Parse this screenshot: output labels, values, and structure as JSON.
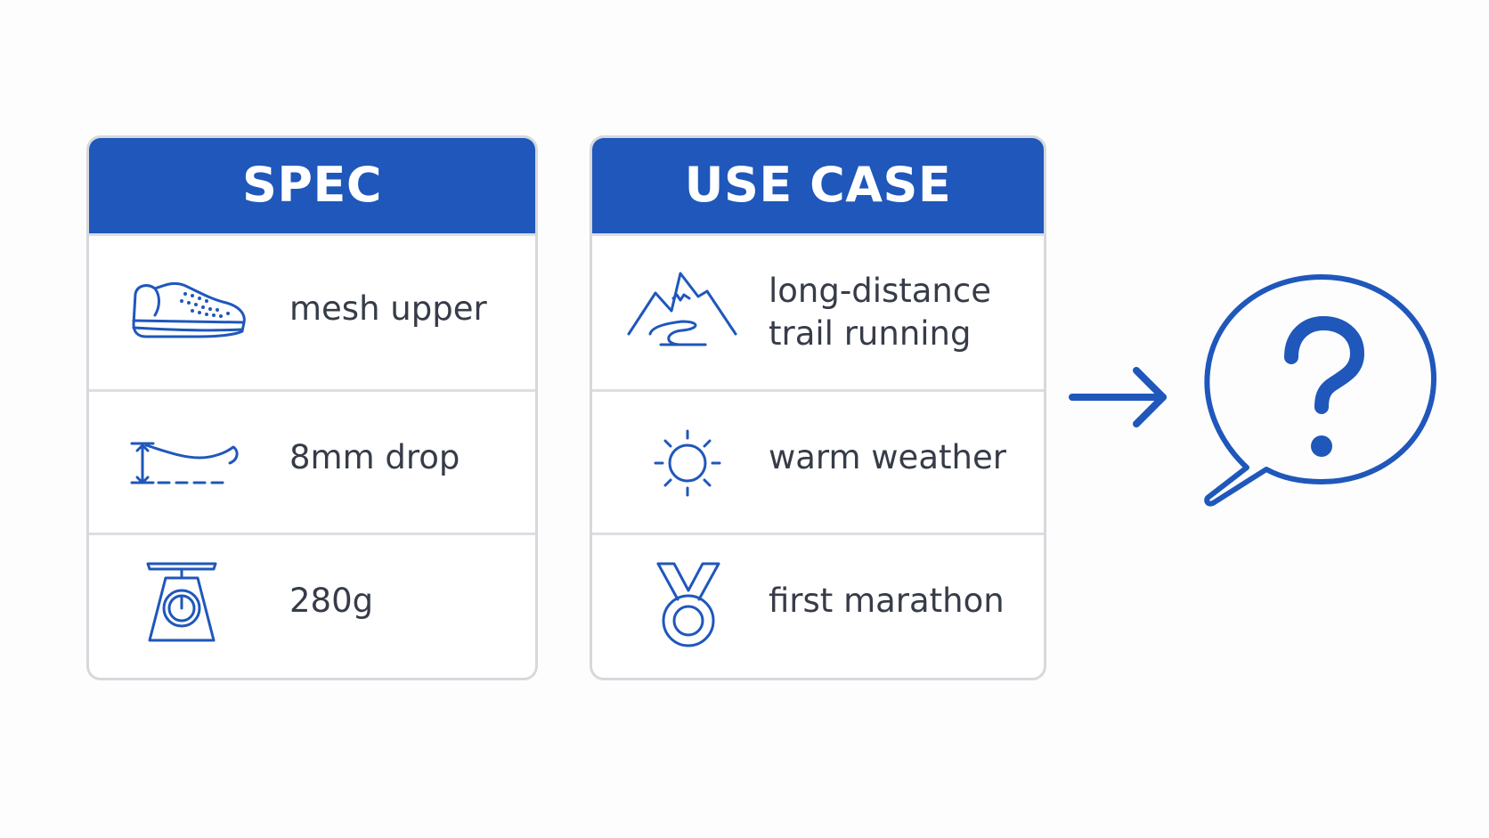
{
  "spec": {
    "title": "SPEC",
    "rows": [
      {
        "label": "mesh upper",
        "icon": "running-shoe-icon"
      },
      {
        "label": "8mm drop",
        "icon": "heel-drop-icon"
      },
      {
        "label": "280g",
        "icon": "weighing-scale-icon"
      }
    ]
  },
  "use_case": {
    "title": "USE CASE",
    "rows": [
      {
        "label": "long-distance\ntrail running",
        "icon": "mountain-trail-icon"
      },
      {
        "label": "warm weather",
        "icon": "sun-icon"
      },
      {
        "label": "first marathon",
        "icon": "medal-icon"
      }
    ]
  },
  "connector": {
    "icon": "arrow-right-icon"
  },
  "result": {
    "icon": "question-bubble-icon"
  },
  "colors": {
    "accent": "#1f57bb",
    "text": "#363c48",
    "border": "#d6d8dc"
  }
}
